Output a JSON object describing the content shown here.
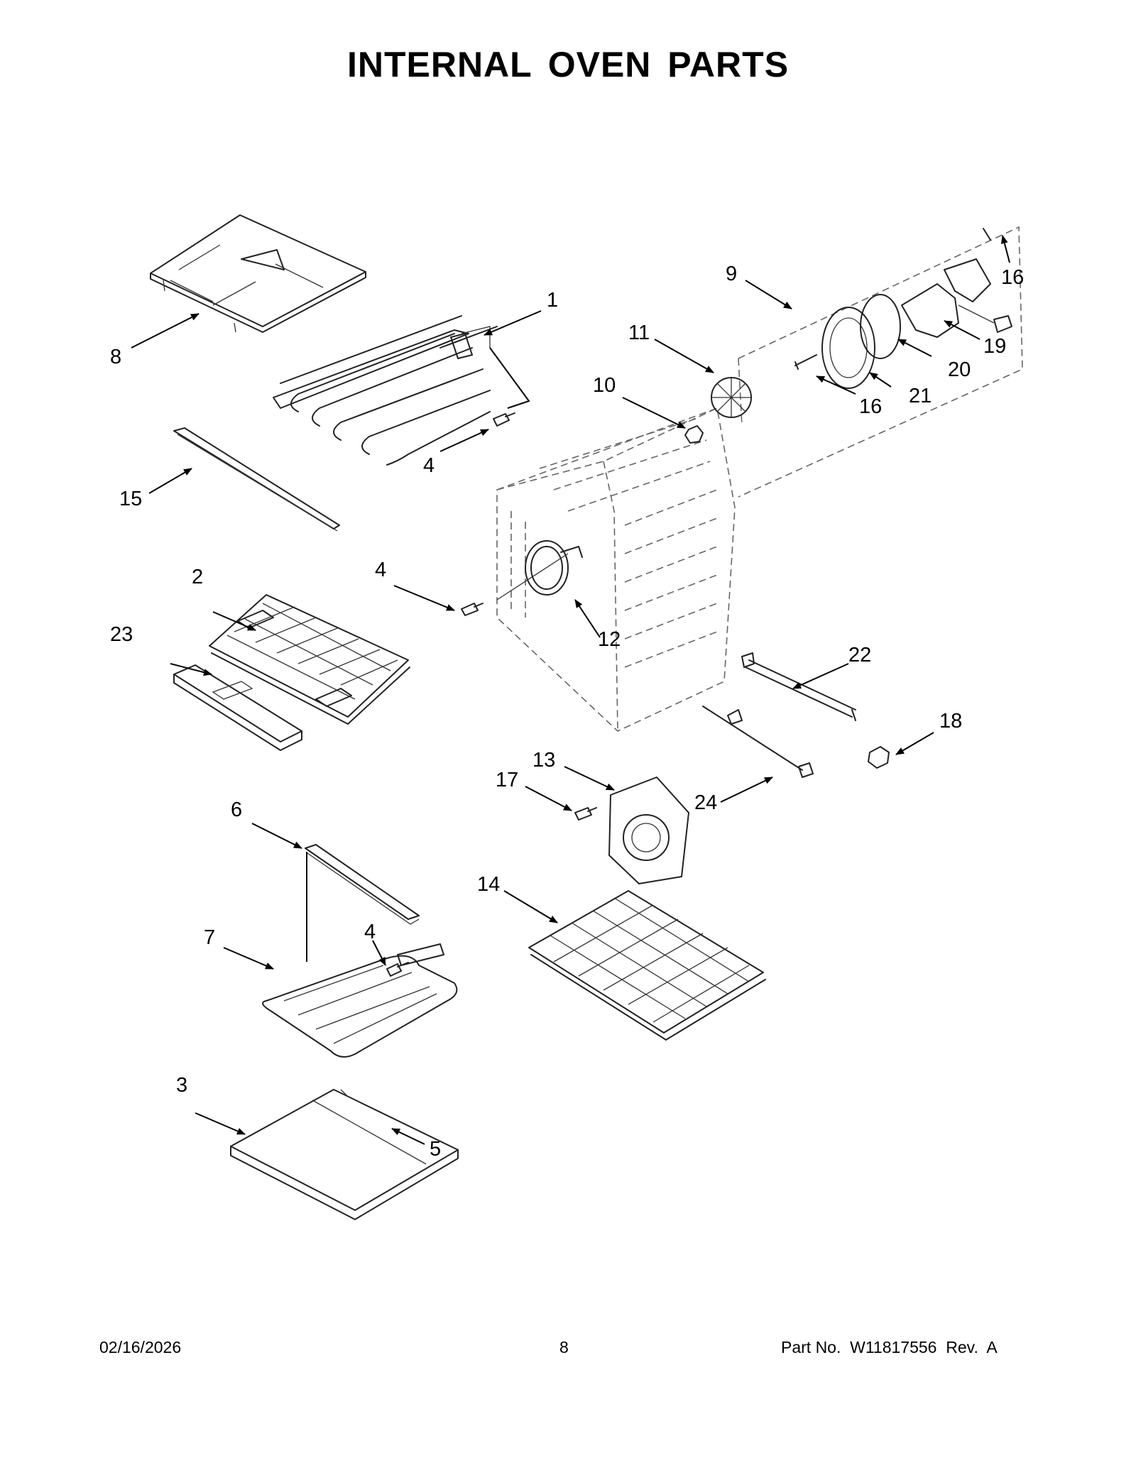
{
  "title": "INTERNAL OVEN PARTS",
  "footer": {
    "date": "02/16/2026",
    "page": "8",
    "part_info": "Part No.  W11817556  Rev.  A"
  },
  "callouts": [
    {
      "id": "c1",
      "text": "1"
    },
    {
      "id": "c2",
      "text": "2"
    },
    {
      "id": "c3",
      "text": "3"
    },
    {
      "id": "c4a",
      "text": "4"
    },
    {
      "id": "c4b",
      "text": "4"
    },
    {
      "id": "c4c",
      "text": "4"
    },
    {
      "id": "c5",
      "text": "5"
    },
    {
      "id": "c6",
      "text": "6"
    },
    {
      "id": "c7",
      "text": "7"
    },
    {
      "id": "c8",
      "text": "8"
    },
    {
      "id": "c9",
      "text": "9"
    },
    {
      "id": "c10",
      "text": "10"
    },
    {
      "id": "c11",
      "text": "11"
    },
    {
      "id": "c12",
      "text": "12"
    },
    {
      "id": "c13",
      "text": "13"
    },
    {
      "id": "c14",
      "text": "14"
    },
    {
      "id": "c15",
      "text": "15"
    },
    {
      "id": "c16a",
      "text": "16"
    },
    {
      "id": "c16b",
      "text": "16"
    },
    {
      "id": "c17",
      "text": "17"
    },
    {
      "id": "c18",
      "text": "18"
    },
    {
      "id": "c19",
      "text": "19"
    },
    {
      "id": "c20",
      "text": "20"
    },
    {
      "id": "c21",
      "text": "21"
    },
    {
      "id": "c22",
      "text": "22"
    },
    {
      "id": "c23",
      "text": "23"
    },
    {
      "id": "c24",
      "text": "24"
    }
  ]
}
